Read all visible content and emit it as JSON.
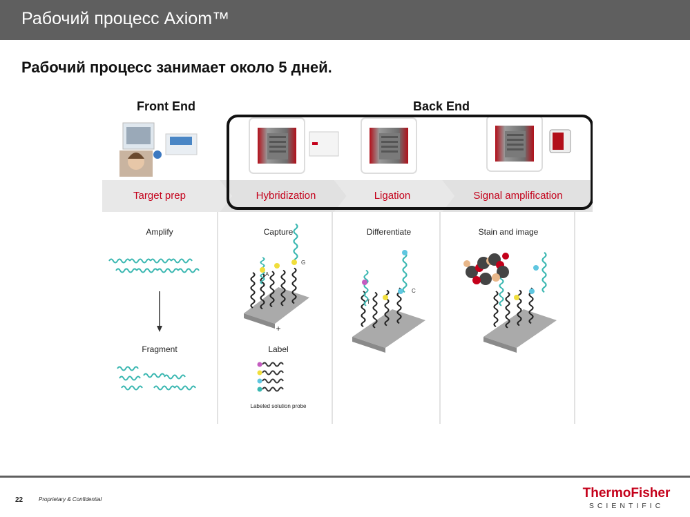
{
  "header": {
    "title": "Рабочий процесс Axiom™"
  },
  "subtitle": "Рабочий процесс занимает около 5 дней.",
  "columns": {
    "front_end": "Front End",
    "back_end": "Back End"
  },
  "steps": [
    {
      "label": "Target prep"
    },
    {
      "label": "Hybridization"
    },
    {
      "label": "Ligation"
    },
    {
      "label": "Signal amplification"
    }
  ],
  "panels": {
    "amplify": "Amplify",
    "fragment": "Fragment",
    "capture": "Capture",
    "plus": "+",
    "label": "Label",
    "labeled_probe": "Labeled solution probe",
    "differentiate": "Differentiate",
    "stain": "Stain and image",
    "bases": [
      "A",
      "G",
      "T",
      "C"
    ]
  },
  "footer": {
    "page": "22",
    "confidential": "Proprietary & Confidential",
    "logo_top": "ThermoFisher",
    "logo_bottom": "SCIENTIFIC"
  },
  "colors": {
    "accent_red": "#c4001a",
    "wave_teal": "#3ab7b1",
    "banner_grey": "#5f5f5f"
  }
}
